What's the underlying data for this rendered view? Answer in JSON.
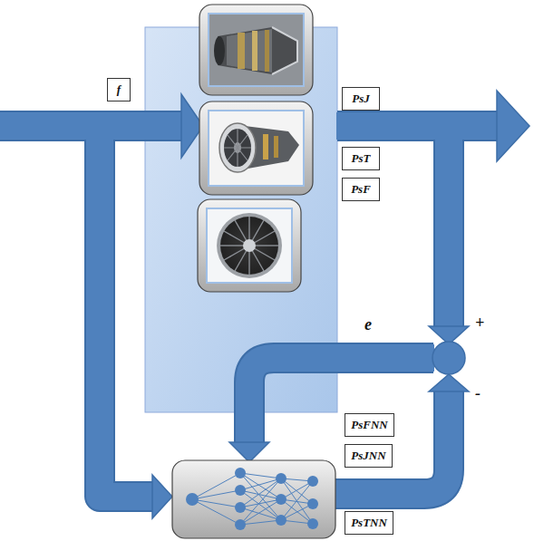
{
  "diagram": {
    "nodes": [
      {
        "text": [
          "f"
        ]
      },
      {
        "text": [
          "PsJ"
        ]
      },
      {
        "text": [
          "PsT"
        ]
      },
      {
        "text": [
          "PsF"
        ]
      },
      {
        "text": [
          "PsFNN"
        ]
      },
      {
        "text": [
          "PsJNN"
        ]
      },
      {
        "text": [
          "PsTNN"
        ]
      }
    ],
    "labels": [
      "e",
      "+",
      "-"
    ]
  }
}
